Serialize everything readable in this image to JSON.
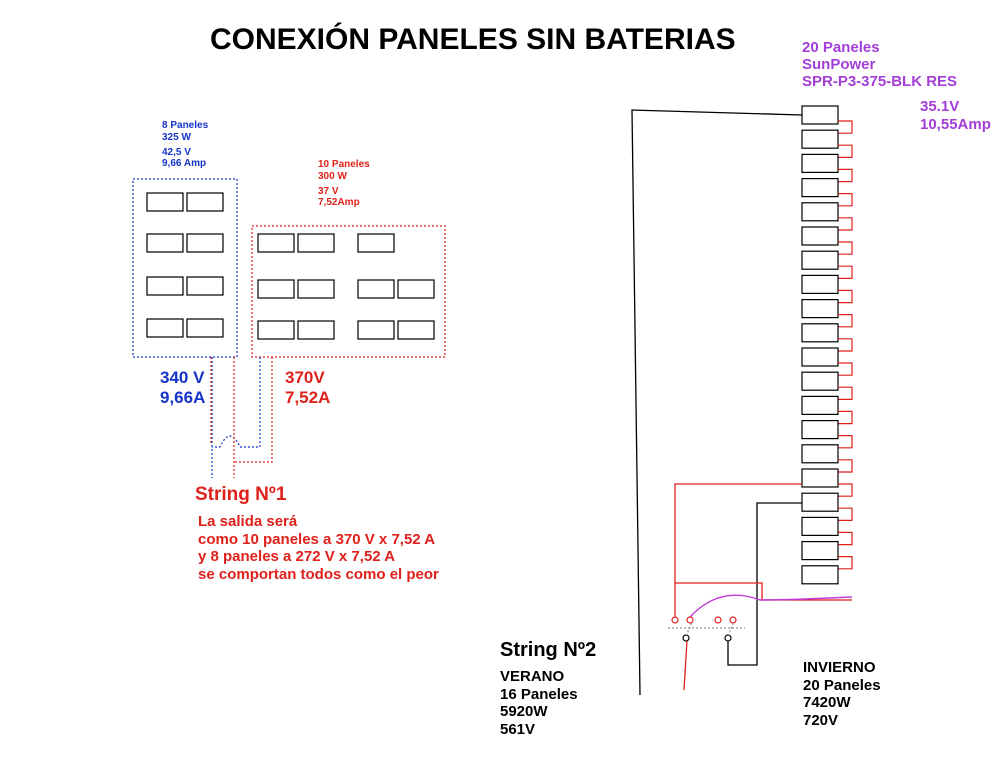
{
  "title": "CONEXIÓN PANELES SIN BATERIAS",
  "group_a": {
    "lines": [
      "8 Paneles",
      "325 W",
      "42,5 V",
      "9,66 Amp"
    ],
    "output": [
      "340 V",
      "9,66A"
    ],
    "color": "#1533c9"
  },
  "group_b": {
    "lines": [
      "10 Paneles",
      "300 W",
      "37 V",
      "7,52Amp"
    ],
    "output": [
      "370V",
      "7,52A"
    ],
    "color": "#e0201b"
  },
  "string1": {
    "title": "String Nº1",
    "notes": [
      "La salida será",
      "como 10 paneles a 370 V x 7,52 A",
      "y 8 paneles a 272 V x 7,52 A",
      "se comportan todos como el peor"
    ]
  },
  "panel_spec": {
    "lines": [
      "20 Paneles",
      "SunPower",
      "SPR-P3-375-BLK RES"
    ],
    "electrical": [
      "35.1V",
      "10,55Amp"
    ],
    "color": "#a33ed8"
  },
  "string2": {
    "title": "String Nº2",
    "summer": [
      "VERANO",
      "16 Paneles",
      "5920W",
      "561V"
    ],
    "winter": [
      "INVIERNO",
      "20 Paneles",
      "7420W",
      "720V"
    ]
  }
}
